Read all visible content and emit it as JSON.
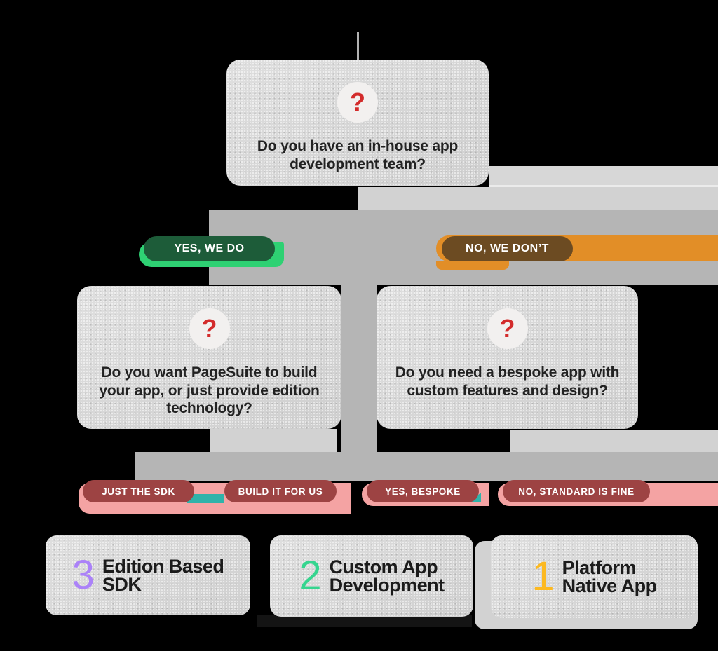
{
  "questions": {
    "root": {
      "line1": "Do you have an in-house app",
      "line2": "development team?"
    },
    "left": {
      "line1": "Do you want PageSuite to build",
      "line2": "your app, or just provide edition",
      "line3": "technology?"
    },
    "right": {
      "line1": "Do you need a bespoke app with",
      "line2": "custom features and design?"
    }
  },
  "icons": {
    "question_mark": "?"
  },
  "branch_pills": {
    "yes": "YES, WE DO",
    "no": "NO, WE DON’T"
  },
  "answer_pills": [
    "JUST THE SDK",
    "BUILD IT FOR US",
    "YES, BESPOKE",
    "NO, STANDARD IS FINE"
  ],
  "results": [
    {
      "number": "3",
      "line1": "Edition Based",
      "line2": "SDK"
    },
    {
      "number": "2",
      "line1": "Custom App",
      "line2": "Development"
    },
    {
      "number": "1",
      "line1": "Platform",
      "line2": "Native App"
    }
  ],
  "colors": {
    "background": "#000000",
    "card_gray": "#d8d8d8",
    "connector_light": "#d2d2d2",
    "connector_medium": "#b5b5b5",
    "question_mark_red": "#d32b2b",
    "yes_pill_green": "#1d5c39",
    "yes_shadow_green": "#2ed173",
    "no_pill_brown": "#6c4b22",
    "no_shadow_orange": "#e28e27",
    "answer_pill_red": "#9d4343",
    "answer_shadow_pink": "#f4a3a3",
    "answer_shadow_teal": "#2fb3aa",
    "number_purple": "#ab82f8",
    "number_green": "#36d58f",
    "number_amber": "#fcb921"
  }
}
